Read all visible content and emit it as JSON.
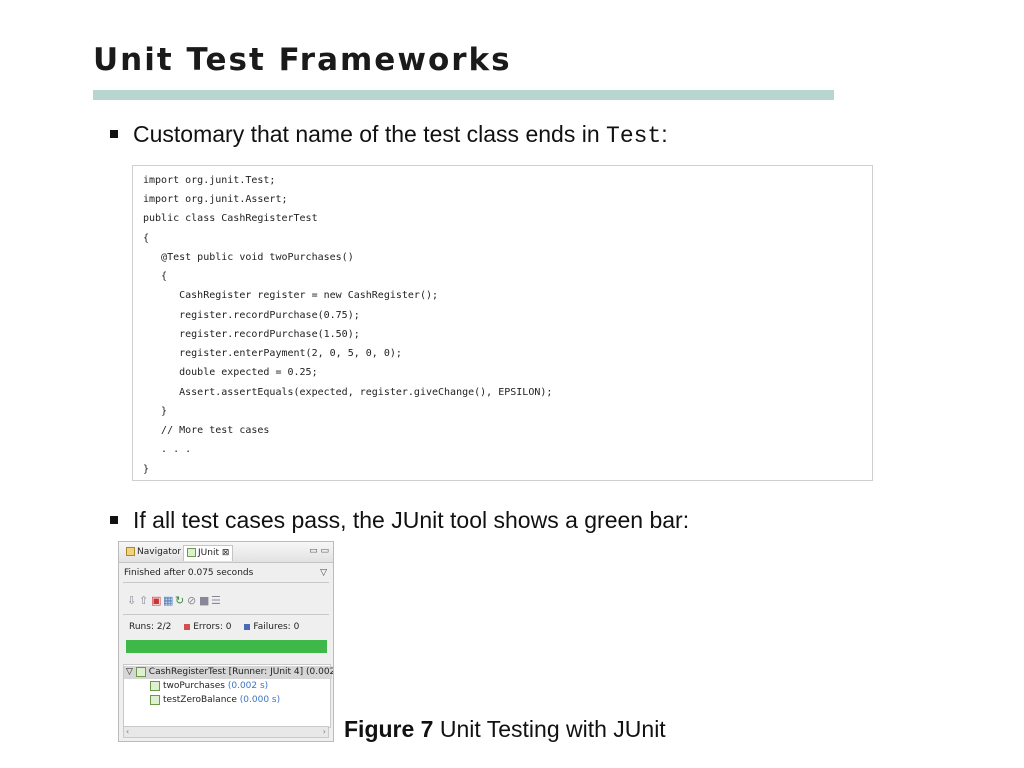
{
  "slide": {
    "title": "Unit Test Frameworks",
    "bullet1": {
      "text": "Customary that name of the test class ends in ",
      "code": "Test",
      "suffix": ":"
    },
    "bullet2": {
      "text": "If all test cases pass, the JUnit tool shows a green bar:"
    },
    "code_lines": [
      "import org.junit.Test;",
      "import org.junit.Assert;",
      "public class CashRegisterTest",
      "{",
      "   @Test public void twoPurchases()",
      "   {",
      "      CashRegister register = new CashRegister();",
      "      register.recordPurchase(0.75);",
      "      register.recordPurchase(1.50);",
      "      register.enterPayment(2, 0, 5, 0, 0);",
      "      double expected = 0.25;",
      "      Assert.assertEquals(expected, register.giveChange(), EPSILON);",
      "   }",
      "   // More test cases",
      "   . . .",
      "}"
    ],
    "caption": {
      "label": "Figure 7",
      "text": " Unit Testing with JUnit"
    }
  },
  "junit": {
    "tab_navigator": "Navigator",
    "tab_junit": "JUnit",
    "tab_close": "⊠",
    "window_buttons": "▭ ▭",
    "status": "Finished after 0.075 seconds",
    "status_menu": "▽",
    "toolbar_icons": [
      "arrow-down-icon",
      "arrow-up-icon",
      "layout-icon",
      "history-icon",
      "rerun-icon",
      "rerun-failed-icon",
      "stop-icon",
      "view-menu-icon"
    ],
    "runs_label": "Runs:",
    "runs_value": "2/2",
    "errors_label": "Errors:",
    "errors_value": "0",
    "failures_label": "Failures:",
    "failures_value": "0",
    "progress": 1.0,
    "bar_color": "#3fb84a",
    "tree": [
      {
        "name": "CashRegisterTest [Runner: JUnit 4] (0.002",
        "time": ""
      },
      {
        "name": "twoPurchases",
        "time": "(0.002 s)"
      },
      {
        "name": "testZeroBalance",
        "time": "(0.000 s)"
      }
    ],
    "scroll_left": "‹",
    "scroll_right": "›"
  },
  "colors": {
    "title_rule": "#b7d6cf",
    "progress_green": "#3fb84a"
  }
}
